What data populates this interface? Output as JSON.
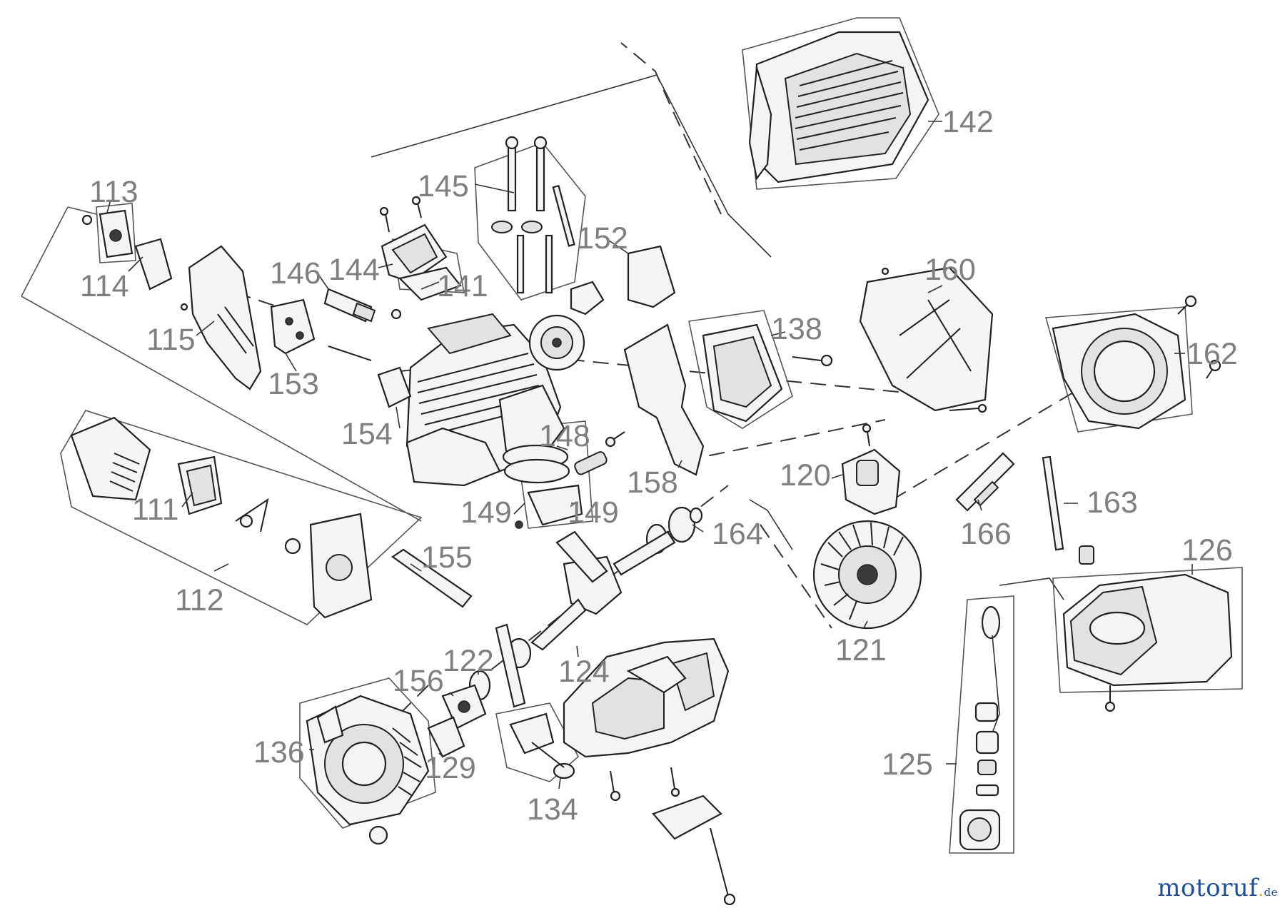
{
  "diagram": {
    "part_labels": [
      "113",
      "114",
      "115",
      "145",
      "146",
      "144",
      "141",
      "152",
      "142",
      "153",
      "154",
      "160",
      "138",
      "162",
      "148",
      "158",
      "149",
      "149",
      "120",
      "111",
      "155",
      "112",
      "164",
      "166",
      "163",
      "126",
      "121",
      "122",
      "124",
      "156",
      "136",
      "129",
      "134",
      "125"
    ]
  },
  "watermark": {
    "part1": "motoruf",
    "part2": ".",
    "part3": "de"
  }
}
